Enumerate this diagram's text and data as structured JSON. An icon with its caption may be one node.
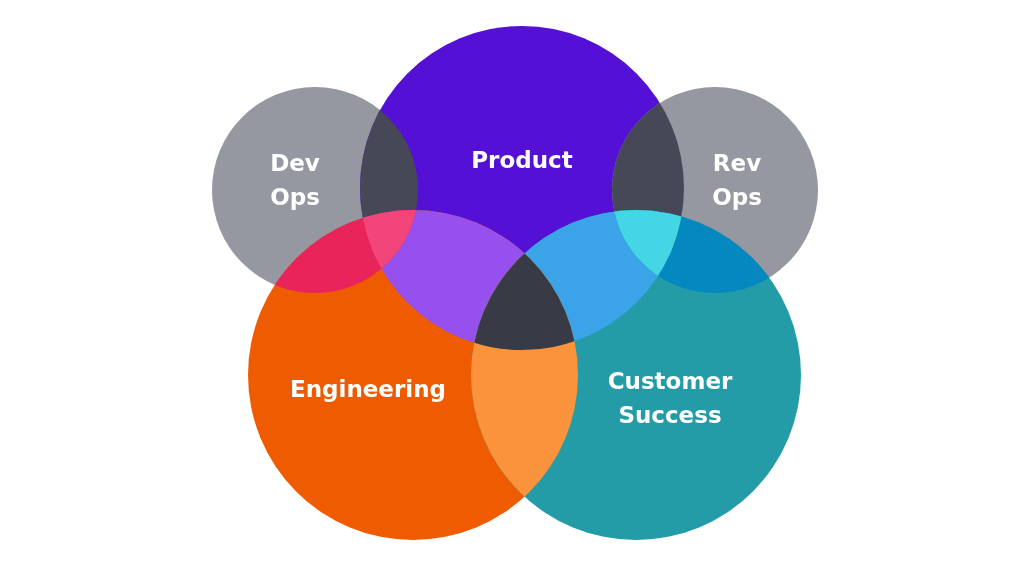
{
  "diagram": {
    "nodes": [
      {
        "text": [
          "Dev Ops"
        ]
      },
      {
        "text": [
          "Product"
        ]
      },
      {
        "text": [
          "Rev Ops"
        ]
      },
      {
        "text": [
          "Engineering"
        ]
      },
      {
        "text": [
          "Customer Success"
        ]
      }
    ]
  }
}
